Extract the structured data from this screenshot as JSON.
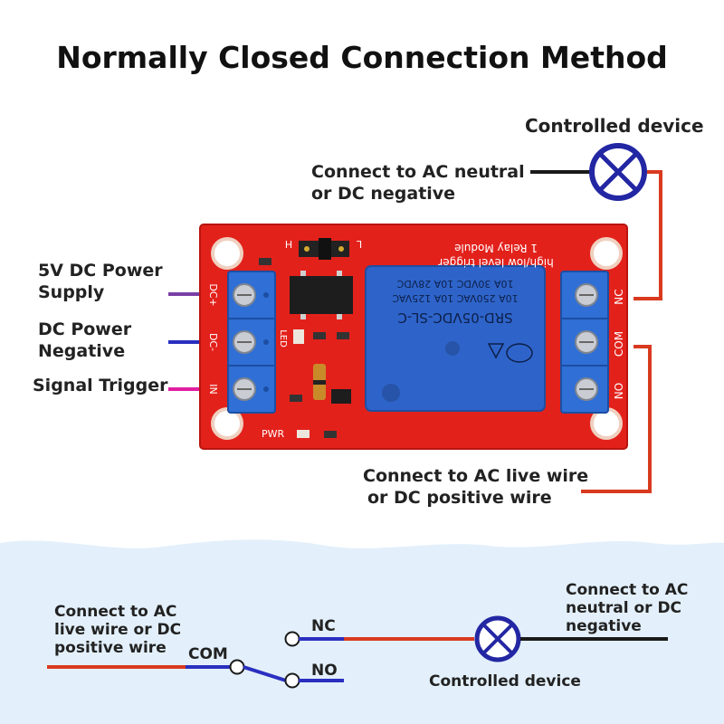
{
  "title": "Normally Closed Connection Method",
  "top_labels": {
    "controlled_device": "Controlled device",
    "ac_neutral": [
      "Connect to AC neutral",
      "or DC negative"
    ],
    "power_supply": [
      "5V DC Power",
      "Supply"
    ],
    "power_negative": [
      "DC Power",
      "Negative"
    ],
    "signal_trigger": "Signal Trigger",
    "ac_live": [
      "Connect to AC live wire",
      "or DC positive wire"
    ]
  },
  "board": {
    "pin_labels": [
      "DC+",
      "DC-",
      "IN"
    ],
    "terminal_labels": [
      "NC",
      "COM",
      "NO"
    ],
    "relay_text": [
      "SRD-05VDC-SL-C",
      "10A 250VAC  10A 125VAC",
      "10A 30VDC  10A 28VDC"
    ],
    "board_text": [
      "high/low level trigger",
      "1 Relay Module"
    ],
    "jumper_labels": [
      "H",
      "L"
    ],
    "small_labels": [
      "PWR",
      "LED"
    ]
  },
  "bottom_labels": {
    "left": [
      "Connect to AC",
      "live wire or DC",
      "positive wire"
    ],
    "com": "COM",
    "nc": "NC",
    "no": "NO",
    "right": [
      "Connect to AC",
      "neutral or DC",
      "negative"
    ],
    "device": "Controlled device"
  },
  "colors": {
    "board": "#e3211b",
    "terminal": "#2f6fd6",
    "relay": "#2e64c9",
    "wire_red": "#d93a1f",
    "wire_blue": "#2a2fbf",
    "wire_purple": "#7a3fa6",
    "wire_magenta": "#e11fa0",
    "wave_bg": "#e3f0fb",
    "lamp_border": "#2327a3"
  }
}
